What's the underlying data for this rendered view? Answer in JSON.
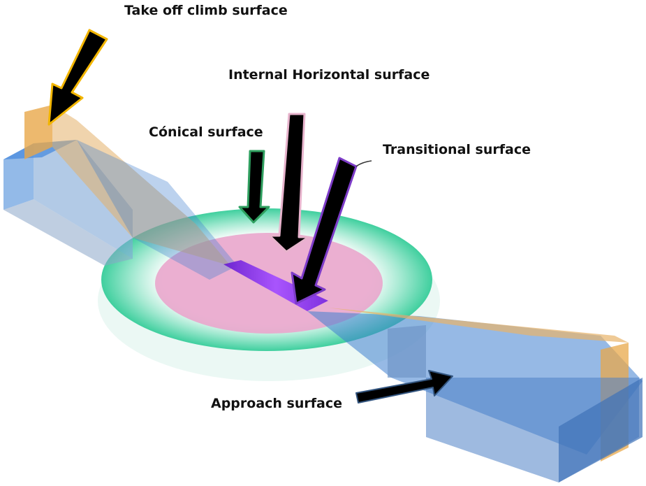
{
  "labels": {
    "takeoff_climb": "Take off climb surface",
    "internal_horizontal": "Internal Horizontal surface",
    "conical": "Cónical surface",
    "transitional": "Transitional surface",
    "approach": "Approach surface"
  },
  "colors": {
    "takeoff_climb": "#e8a84a",
    "internal_horizontal": "#e9a6cc",
    "conical": "#3fcf9e",
    "transitional": "#9b3cf0",
    "approach": "#3f7fcf",
    "arrow_fill": "#000000"
  }
}
